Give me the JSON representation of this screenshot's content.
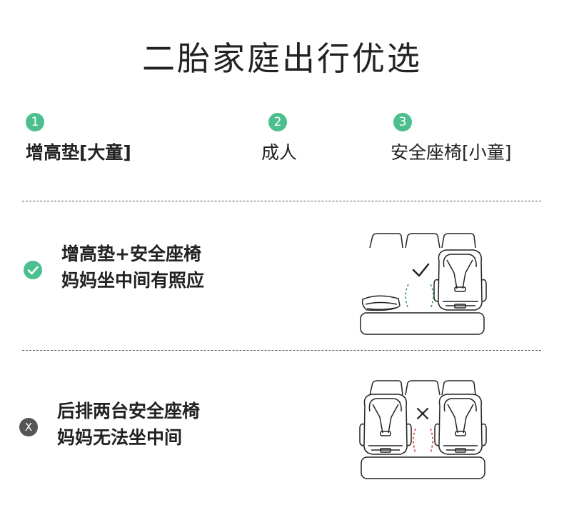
{
  "title": "二胎家庭出行优选",
  "steps": [
    {
      "num": "1",
      "label": "增高垫[大童]"
    },
    {
      "num": "2",
      "label": "成人"
    },
    {
      "num": "3",
      "label": "安全座椅[小童]"
    }
  ],
  "rows": [
    {
      "status": "ok",
      "line1": "增高垫+安全座椅",
      "line2": "妈妈坐中间有照应"
    },
    {
      "status": "no",
      "icon_text": "X",
      "line1": "后排两台安全座椅",
      "line2": "妈妈无法坐中间"
    }
  ],
  "colors": {
    "accent_green": "#4cbf8f",
    "ok_dash": "#2f9e4f",
    "no_dash": "#d33c3c",
    "no_badge": "#555555"
  },
  "icons": {
    "ok": "check-circle-icon",
    "no": "x-circle-icon"
  }
}
